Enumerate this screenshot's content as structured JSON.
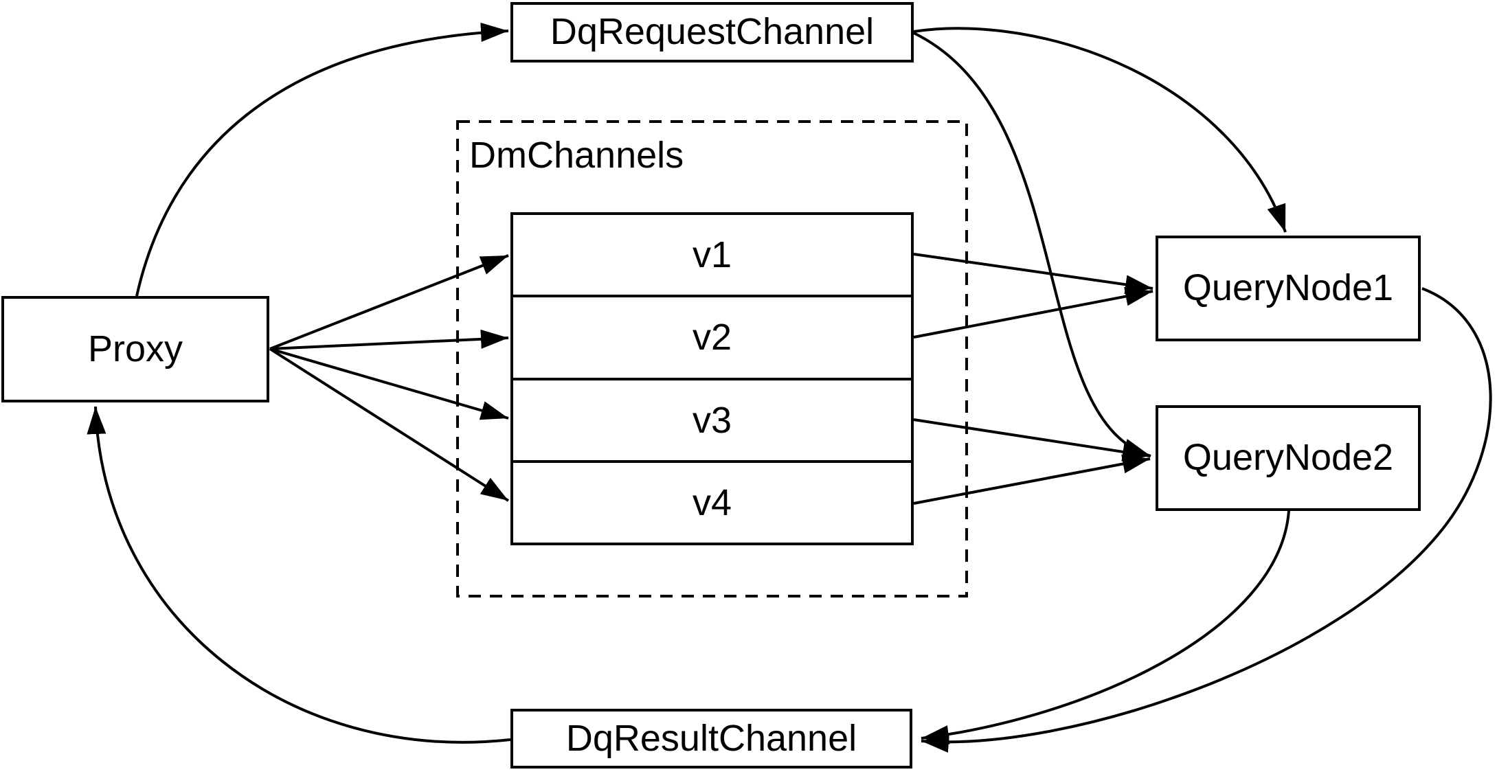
{
  "diagram": {
    "background_color": "#ffffff",
    "stroke_color": "#000000",
    "nodes": {
      "proxy": {
        "label": "Proxy"
      },
      "dq_request_channel": {
        "label": "DqRequestChannel"
      },
      "dm_channels": {
        "label": "DmChannels"
      },
      "channels": [
        {
          "label": "v1"
        },
        {
          "label": "v2"
        },
        {
          "label": "v3"
        },
        {
          "label": "v4"
        }
      ],
      "query_node_1": {
        "label": "QueryNode1"
      },
      "query_node_2": {
        "label": "QueryNode2"
      },
      "dq_result_channel": {
        "label": "DqResultChannel"
      }
    },
    "edges": [
      {
        "from": "Proxy",
        "to": "DqRequestChannel"
      },
      {
        "from": "DqRequestChannel",
        "to": "QueryNode1"
      },
      {
        "from": "DqRequestChannel",
        "to": "QueryNode2"
      },
      {
        "from": "Proxy",
        "to": "v1"
      },
      {
        "from": "Proxy",
        "to": "v2"
      },
      {
        "from": "Proxy",
        "to": "v3"
      },
      {
        "from": "Proxy",
        "to": "v4"
      },
      {
        "from": "v1",
        "to": "QueryNode1"
      },
      {
        "from": "v2",
        "to": "QueryNode1"
      },
      {
        "from": "v3",
        "to": "QueryNode2"
      },
      {
        "from": "v4",
        "to": "QueryNode2"
      },
      {
        "from": "QueryNode1",
        "to": "DqResultChannel"
      },
      {
        "from": "QueryNode2",
        "to": "DqResultChannel"
      },
      {
        "from": "DqResultChannel",
        "to": "Proxy"
      }
    ]
  }
}
